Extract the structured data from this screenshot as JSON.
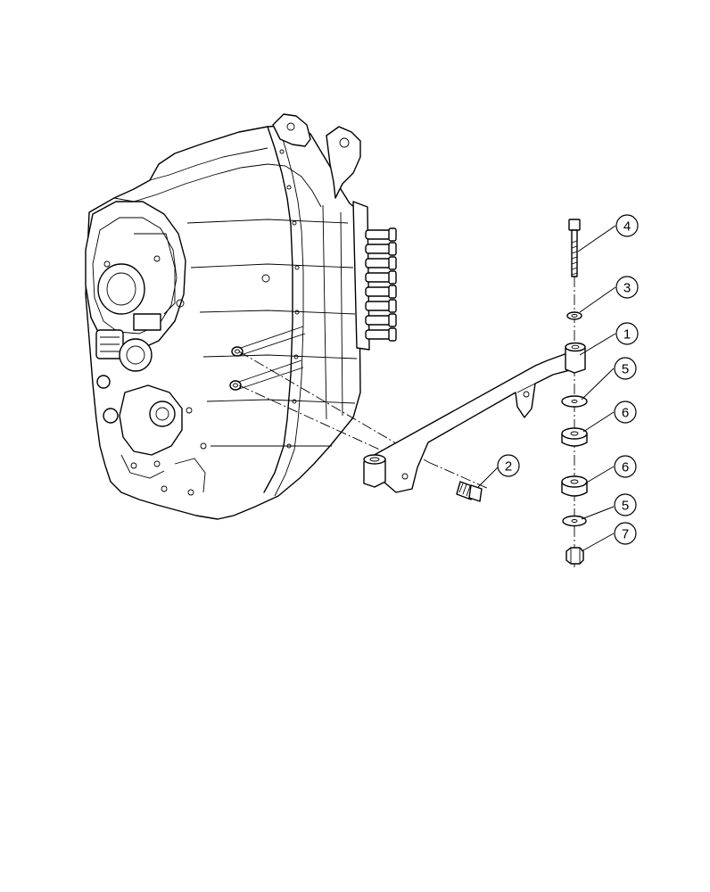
{
  "callouts": [
    {
      "id": "c4",
      "label": "4"
    },
    {
      "id": "c3",
      "label": "3"
    },
    {
      "id": "c1",
      "label": "1"
    },
    {
      "id": "c5a",
      "label": "5"
    },
    {
      "id": "c6a",
      "label": "6"
    },
    {
      "id": "c2",
      "label": "2"
    },
    {
      "id": "c6b",
      "label": "6"
    },
    {
      "id": "c5b",
      "label": "5"
    },
    {
      "id": "c7",
      "label": "7"
    }
  ]
}
